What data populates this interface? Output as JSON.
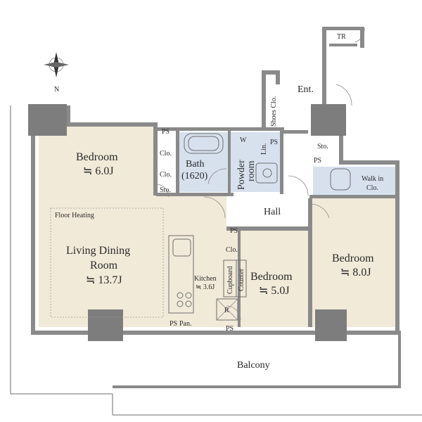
{
  "compass": {
    "north_label": "N"
  },
  "rooms": {
    "bedroom_left": {
      "name": "Bedroom",
      "size": "≒ 6.0J"
    },
    "bath": {
      "name": "Bath",
      "size": "(1620)"
    },
    "powder": {
      "line1": "Powder",
      "line2": "room"
    },
    "living": {
      "line1": "Living Dining",
      "line2": "Room",
      "size": "≒ 13.7J"
    },
    "kitchen": {
      "name": "Kitchen",
      "size": "≒ 3.6J"
    },
    "bedroom_center": {
      "name": "Bedroom",
      "size": "≒ 5.0J"
    },
    "bedroom_right": {
      "name": "Bedroom",
      "size": "≒ 8.0J"
    },
    "hall": "Hall",
    "entrance": "Ent.",
    "balcony": "Balcony",
    "walkin": {
      "line1": "Walk in",
      "line2": "Clo."
    }
  },
  "labels": {
    "tr": "TR",
    "shoes": "Shoes Clo.",
    "closet": "Clo.",
    "storage": "Sto.",
    "ps": "PS",
    "washer": "W",
    "linen": "Lin.",
    "floor_heating": "Floor Heating",
    "cupboard": "Cupboard",
    "counter": "Counter",
    "pantry": "Pan.",
    "refrigerator": "R"
  }
}
